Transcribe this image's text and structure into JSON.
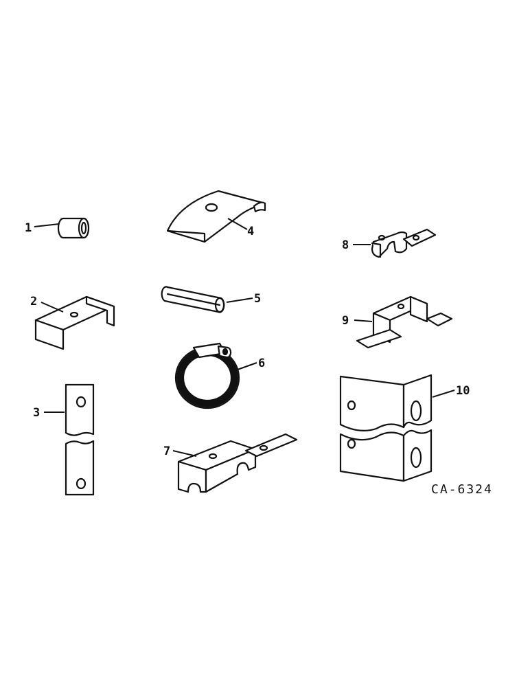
{
  "figure_code": "CA-6324",
  "callouts": [
    "1",
    "2",
    "3",
    "4",
    "5",
    "6",
    "7",
    "8",
    "9",
    "10"
  ]
}
